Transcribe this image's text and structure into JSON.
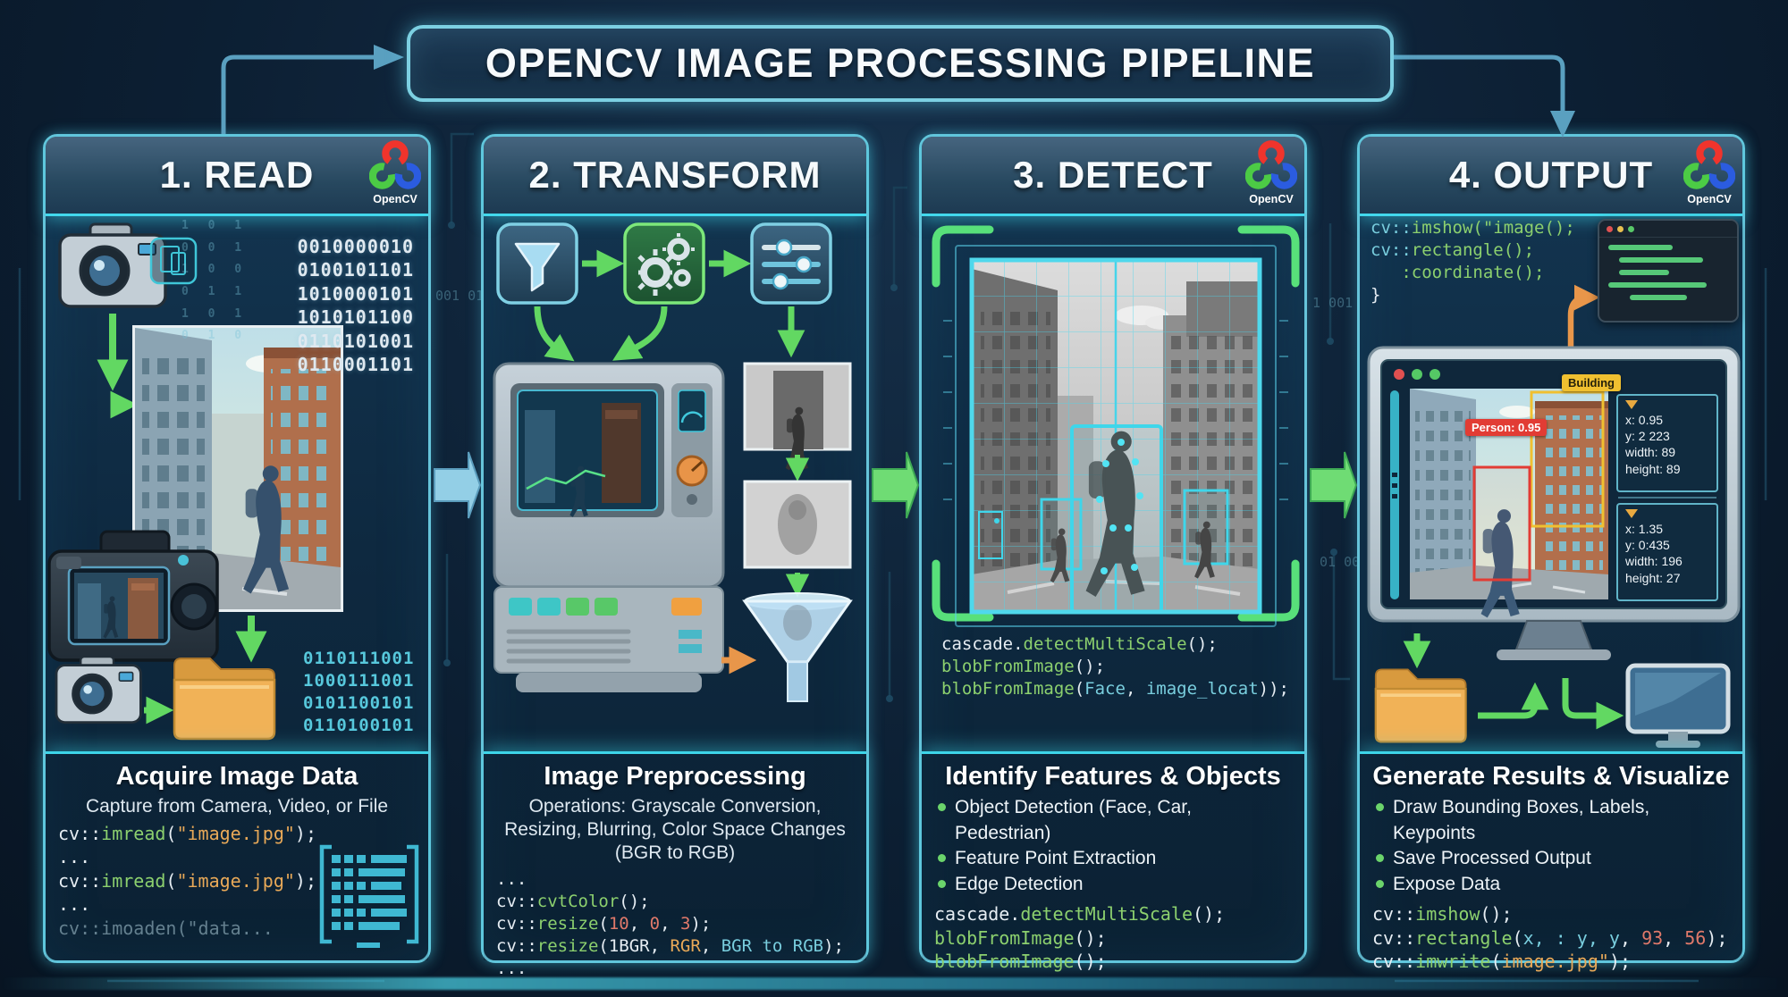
{
  "title": "OPENCV IMAGE PROCESSING PIPELINE",
  "logo_label": "OpenCV",
  "decor": {
    "binary_gaps": [
      "001 01",
      "1 001",
      "01 00"
    ]
  },
  "panels": {
    "read": {
      "header": "1. READ",
      "binary_top": [
        "0010000010",
        "0100101101",
        "1010000101",
        "1010101100",
        "0110101001",
        "0110001101"
      ],
      "binary_bottom": [
        "0110111001",
        "1000111001",
        "0101100101",
        "0110100101"
      ],
      "rain": [
        "1 0 1",
        "0 0 1",
        "1 0 0",
        "0 1 1",
        "1 0 1",
        "0 1 0"
      ],
      "footer": {
        "heading": "Acquire Image Data",
        "sub": "Capture from Camera, Video, or File",
        "code": [
          [
            {
              "t": "cv::",
              "c": "w"
            },
            {
              "t": "imread",
              "c": "g"
            },
            {
              "t": "(",
              "c": "w"
            },
            {
              "t": "\"image.jpg\"",
              "c": "o"
            },
            {
              "t": ");",
              "c": "w"
            }
          ],
          [
            {
              "t": "...",
              "c": "w"
            }
          ],
          [
            {
              "t": "cv::",
              "c": "w"
            },
            {
              "t": "imread",
              "c": "g"
            },
            {
              "t": "(",
              "c": "w"
            },
            {
              "t": "\"image.jpg\"",
              "c": "o"
            },
            {
              "t": ");",
              "c": "w"
            }
          ],
          [
            {
              "t": "...",
              "c": "w"
            }
          ],
          [
            {
              "t": "cv::imoaden(\"data...",
              "c": "dim"
            }
          ]
        ]
      }
    },
    "transform": {
      "header": "2. TRANSFORM",
      "footer": {
        "heading": "Image Preprocessing",
        "sub": "Operations: Grayscale Conversion, Resizing, Blurring, Color Space Changes (BGR to RGB)",
        "code": [
          [
            {
              "t": "...",
              "c": "w"
            }
          ],
          [
            {
              "t": "cv::",
              "c": "w"
            },
            {
              "t": "cvtColor",
              "c": "g"
            },
            {
              "t": "();",
              "c": "w"
            }
          ],
          [
            {
              "t": "cv::",
              "c": "w"
            },
            {
              "t": "resize",
              "c": "g"
            },
            {
              "t": "(",
              "c": "w"
            },
            {
              "t": "10",
              "c": "r"
            },
            {
              "t": ", ",
              "c": "w"
            },
            {
              "t": "0",
              "c": "r"
            },
            {
              "t": ", ",
              "c": "w"
            },
            {
              "t": "3",
              "c": "r"
            },
            {
              "t": ");",
              "c": "w"
            }
          ],
          [
            {
              "t": "cv::",
              "c": "w"
            },
            {
              "t": "resize",
              "c": "g"
            },
            {
              "t": "(1BGR, ",
              "c": "w"
            },
            {
              "t": "RGR",
              "c": "o"
            },
            {
              "t": ", ",
              "c": "w"
            },
            {
              "t": "BGR to RGB",
              "c": "c"
            },
            {
              "t": ");",
              "c": "w"
            }
          ],
          [
            {
              "t": "...",
              "c": "w"
            }
          ]
        ]
      }
    },
    "detect": {
      "header": "3. DETECT",
      "body_code": [
        [
          {
            "t": "cascade.",
            "c": "w"
          },
          {
            "t": "detectMultiScale",
            "c": "g"
          },
          {
            "t": "();",
            "c": "w"
          }
        ],
        [
          {
            "t": "blobFromImage",
            "c": "g"
          },
          {
            "t": "();",
            "c": "w"
          }
        ],
        [
          {
            "t": "blobFromImage",
            "c": "g"
          },
          {
            "t": "(",
            "c": "w"
          },
          {
            "t": "Face",
            "c": "c"
          },
          {
            "t": ", ",
            "c": "w"
          },
          {
            "t": "image_locat",
            "c": "c"
          },
          {
            "t": "));",
            "c": "w"
          }
        ]
      ],
      "footer": {
        "heading": "Identify Features & Objects",
        "bullets": [
          "Object Detection (Face, Car, Pedestrian)",
          "Feature Point Extraction",
          "Edge Detection"
        ],
        "code": [
          [
            {
              "t": "cascade.",
              "c": "w"
            },
            {
              "t": "detectMultiScale",
              "c": "g"
            },
            {
              "t": "();",
              "c": "w"
            }
          ],
          [
            {
              "t": "blobFromImage",
              "c": "g"
            },
            {
              "t": "();",
              "c": "w"
            }
          ],
          [
            {
              "t": "blobFromImage",
              "c": "g"
            },
            {
              "t": "();",
              "c": "w"
            }
          ]
        ]
      }
    },
    "output": {
      "header": "4. OUTPUT",
      "top_code": [
        [
          {
            "t": "cv::",
            "c": "c"
          },
          {
            "t": "imshow(\"image();",
            "c": "g"
          }
        ],
        [
          {
            "t": "cv::",
            "c": "c"
          },
          {
            "t": "rectangle();",
            "c": "g"
          }
        ],
        [
          {
            "t": "   :coordinate();",
            "c": "g"
          }
        ],
        [
          {
            "t": "}",
            "c": "w"
          }
        ]
      ],
      "screen": {
        "person_label": "Person: 0.95",
        "building_label": "Building",
        "boxes": [
          {
            "lines": [
              "x: 0.95",
              "y: 2 223",
              "width: 89",
              "height: 89"
            ]
          },
          {
            "lines": [
              "x: 1.35",
              "y: 0:435",
              "width: 196",
              "height: 27"
            ]
          }
        ]
      },
      "footer": {
        "heading": "Generate Results & Visualize",
        "bullets": [
          "Draw Bounding Boxes, Labels, Keypoints",
          "Save Processed Output",
          "Expose Data"
        ],
        "code": [
          [
            {
              "t": "cv::",
              "c": "w"
            },
            {
              "t": "imshow",
              "c": "g"
            },
            {
              "t": "();",
              "c": "w"
            }
          ],
          [
            {
              "t": "cv::",
              "c": "w"
            },
            {
              "t": "rectangle",
              "c": "g"
            },
            {
              "t": "(",
              "c": "w"
            },
            {
              "t": "x, : y, y",
              "c": "c"
            },
            {
              "t": ", ",
              "c": "w"
            },
            {
              "t": "93",
              "c": "r"
            },
            {
              "t": ", ",
              "c": "w"
            },
            {
              "t": "56",
              "c": "r"
            },
            {
              "t": ");",
              "c": "w"
            }
          ],
          [
            {
              "t": "cv::",
              "c": "w"
            },
            {
              "t": "imwrite",
              "c": "g"
            },
            {
              "t": "(",
              "c": "w"
            },
            {
              "t": "image.jpg\"",
              "c": "o"
            },
            {
              "t": ");",
              "c": "w"
            }
          ]
        ]
      }
    }
  }
}
